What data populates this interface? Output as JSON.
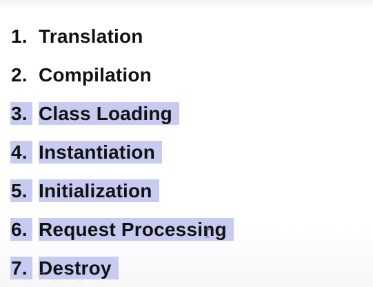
{
  "list": {
    "items": [
      {
        "number": "1.",
        "label": "Translation",
        "selected": false
      },
      {
        "number": "2.",
        "label": "Compilation",
        "selected": false
      },
      {
        "number": "3.",
        "label": "Class Loading",
        "selected": true
      },
      {
        "number": "4.",
        "label": "Instantiation",
        "selected": true
      },
      {
        "number": "5.",
        "label": "Initialization",
        "selected": true
      },
      {
        "number": "6.",
        "label": "Request Processing",
        "selected": true
      },
      {
        "number": "7.",
        "label": "Destroy",
        "selected": true
      }
    ]
  },
  "colors": {
    "text": "#111111",
    "selection": "#c7cbf1",
    "background": "#ffffff"
  },
  "icons": {
    "cursor": "text-cursor-icon"
  }
}
